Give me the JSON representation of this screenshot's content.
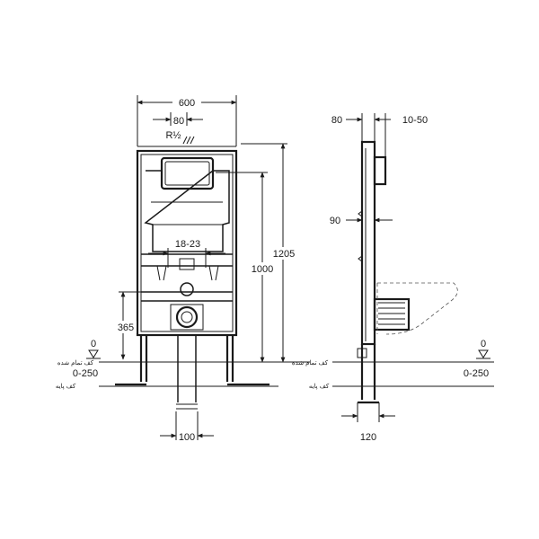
{
  "front_view": {
    "width_600": "600",
    "width_80": "80",
    "thread_label": "R½",
    "height_1205": "1205",
    "height_1000": "1000",
    "span_18_23": "18-23",
    "height_365": "365",
    "level_0": "0",
    "finished_floor": "کف تمام شده",
    "range_0_250": "0-250",
    "base_floor": "کف پایه",
    "width_100": "100"
  },
  "side_view": {
    "depth_80": "80",
    "offset_10_50": "10-50",
    "depth_90": "90",
    "level_0": "0",
    "finished_floor": "کف تمام شده",
    "range_0_250": "0-250",
    "base_floor": "کف پایه",
    "width_120": "120"
  }
}
